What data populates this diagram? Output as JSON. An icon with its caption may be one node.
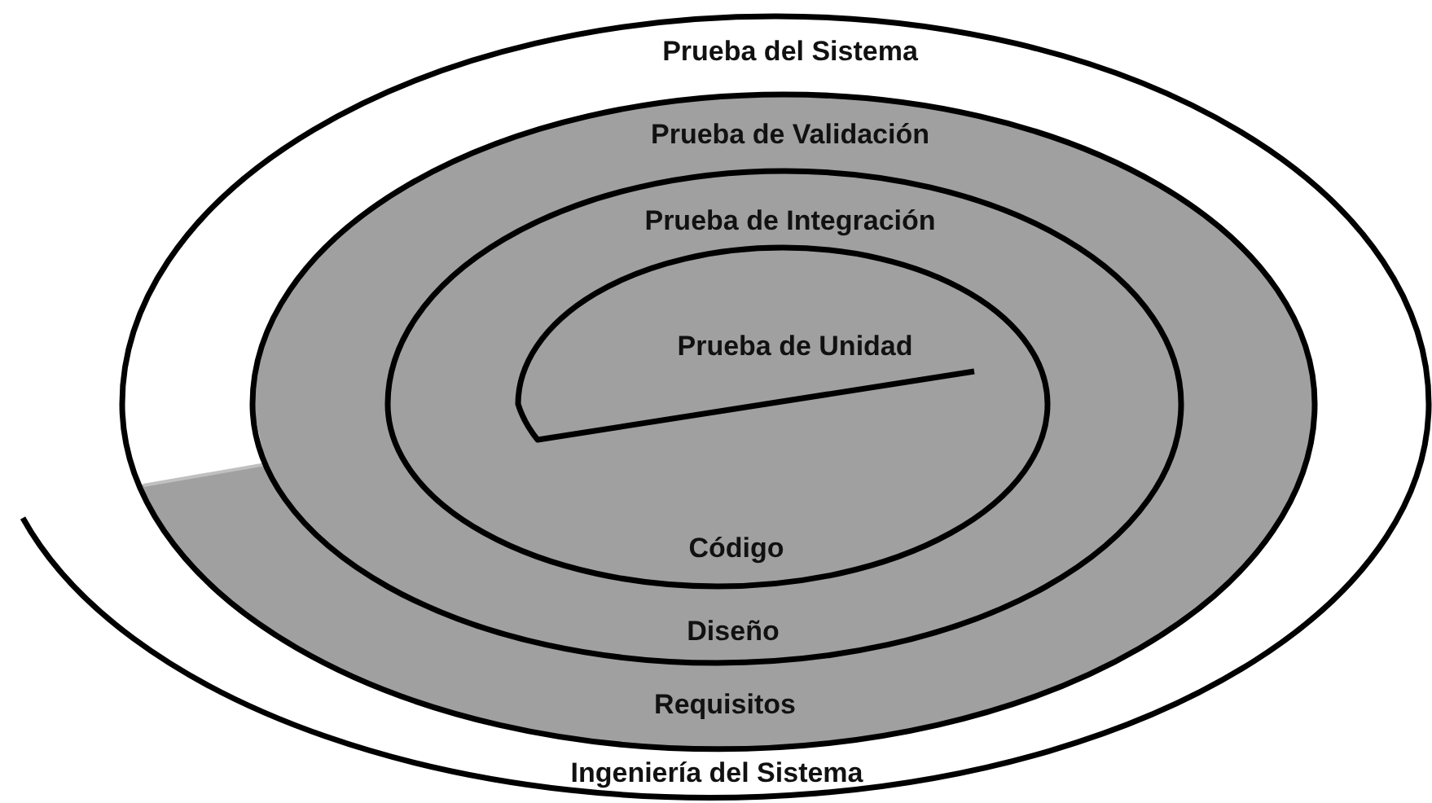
{
  "diagram": {
    "labels": [
      "Prueba del Sistema",
      "Prueba de Validación",
      "Prueba de Integración",
      "Prueba de Unidad",
      "Código",
      "Diseño",
      "Requisitos",
      "Ingeniería del Sistema"
    ]
  }
}
